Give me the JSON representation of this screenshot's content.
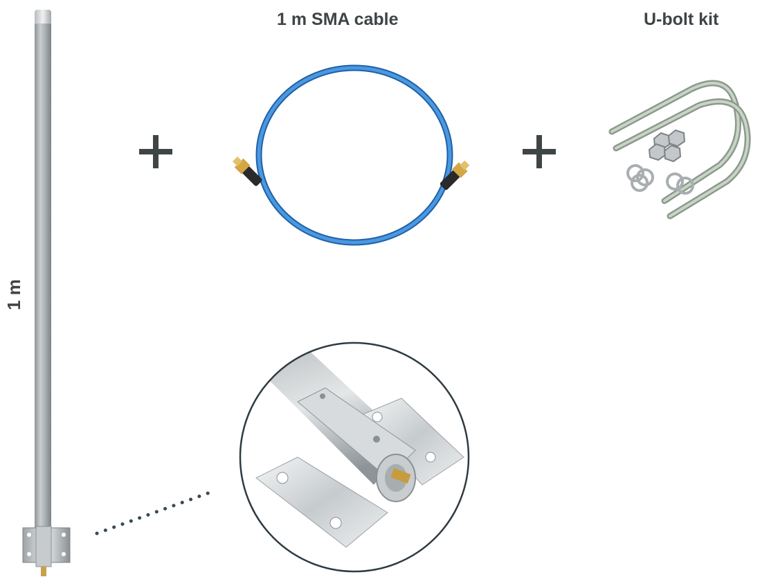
{
  "labels": {
    "cable": "1 m SMA cable",
    "ubolt": "U-bolt kit",
    "length": "1 m"
  },
  "icons": {
    "plus_1": "plus-icon",
    "plus_2": "plus-icon",
    "antenna": "antenna-icon",
    "cable": "sma-cable-icon",
    "ubolt": "u-bolt-kit-icon",
    "zoom": "bracket-detail-icon"
  },
  "colors": {
    "text": "#3f4446",
    "cable_blue": "#2f7fd0",
    "antenna_gray": "#a7adb0",
    "zoom_ring": "#2f3b42"
  }
}
